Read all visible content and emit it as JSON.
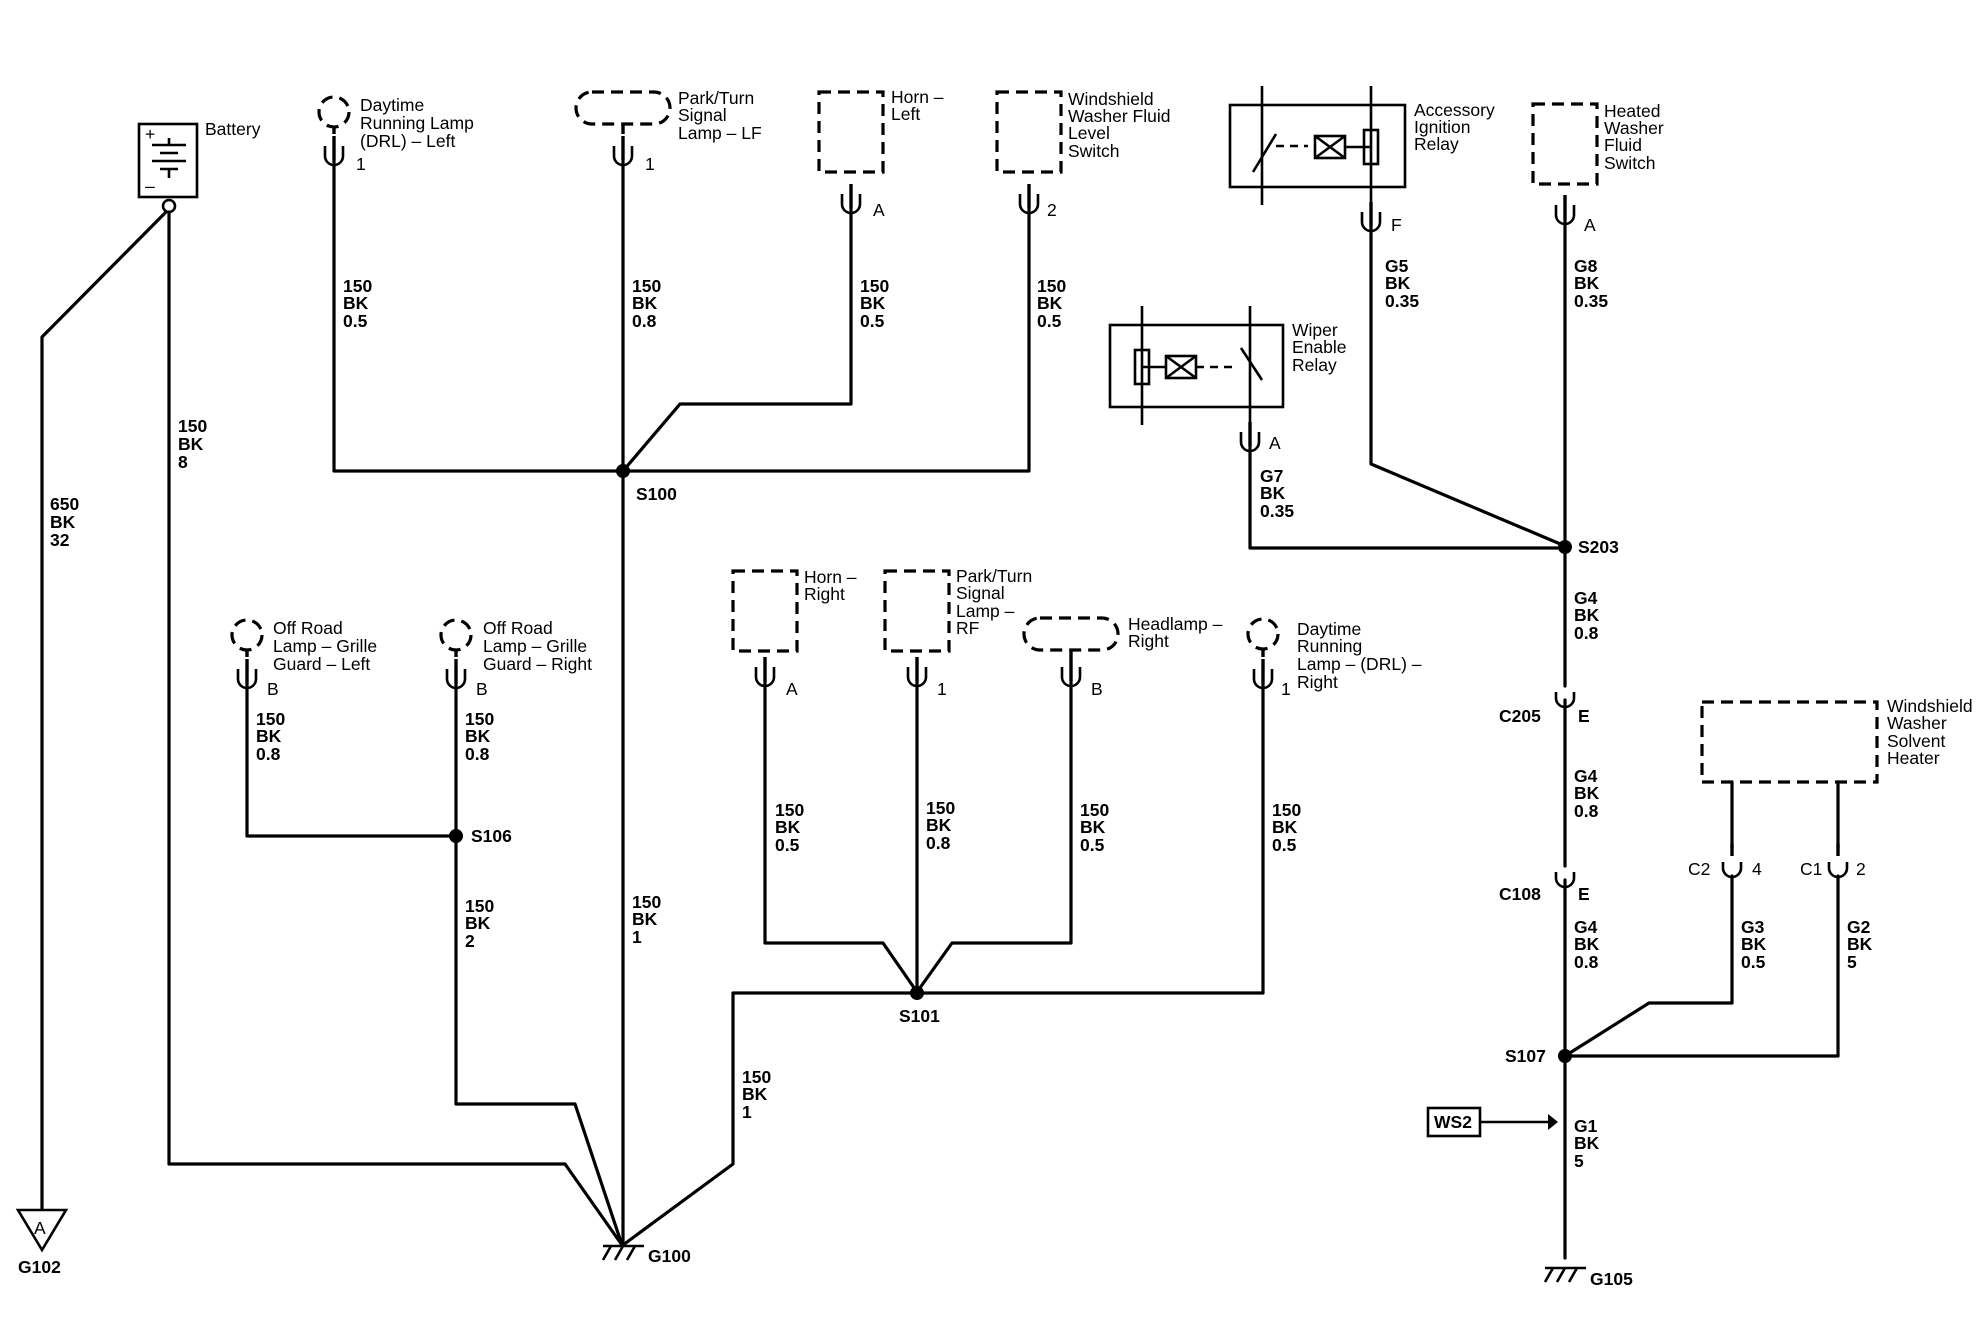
{
  "components": {
    "battery": "Battery",
    "drl_left": [
      "Daytime",
      "Running Lamp",
      "(DRL) – Left"
    ],
    "park_lf": [
      "Park/Turn",
      "Signal",
      "Lamp – LF"
    ],
    "horn_left": [
      "Horn –",
      "Left"
    ],
    "washer_level": [
      "Windshield",
      "Washer Fluid",
      "Level",
      "Switch"
    ],
    "acc_relay": [
      "Accessory",
      "Ignition",
      "Relay"
    ],
    "heated_switch": [
      "Heated",
      "Washer",
      "Fluid",
      "Switch"
    ],
    "wiper_relay": [
      "Wiper",
      "Enable",
      "Relay"
    ],
    "offroad_left": [
      "Off Road",
      "Lamp – Grille",
      "Guard – Left"
    ],
    "offroad_right": [
      "Off Road",
      "Lamp – Grille",
      "Guard – Right"
    ],
    "horn_right": [
      "Horn –",
      "Right"
    ],
    "park_rf": [
      "Park/Turn",
      "Signal",
      "Lamp –",
      "RF"
    ],
    "headlamp_right": [
      "Headlamp –",
      "Right"
    ],
    "drl_right": [
      "Daytime",
      "Running",
      "Lamp – (DRL) –",
      "Right"
    ],
    "solvent_heater": [
      "Windshield",
      "Washer",
      "Solvent",
      "Heater"
    ]
  },
  "pins": {
    "drl_left": "1",
    "park_lf": "1",
    "horn_left": "A",
    "washer_level": "2",
    "acc_relay": "F",
    "heated_switch": "A",
    "wiper_relay": "A",
    "offroad_left": "B",
    "offroad_right": "B",
    "horn_right": "A",
    "park_rf": "1",
    "headlamp_right": "B",
    "drl_right": "1",
    "c205": "E",
    "c108": "E",
    "heater_c2": "4",
    "heater_c1": "2"
  },
  "wires": {
    "battery_ground": [
      "650",
      "BK",
      "32"
    ],
    "battery_g100": [
      "150",
      "BK",
      "8"
    ],
    "drl_left": [
      "150",
      "BK",
      "0.5"
    ],
    "park_lf": [
      "150",
      "BK",
      "0.8"
    ],
    "horn_left": [
      "150",
      "BK",
      "0.5"
    ],
    "washer_level": [
      "150",
      "BK",
      "0.5"
    ],
    "acc_relay": [
      "G5",
      "BK",
      "0.35"
    ],
    "heated_switch": [
      "G8",
      "BK",
      "0.35"
    ],
    "wiper_relay": [
      "G7",
      "BK",
      "0.35"
    ],
    "offroad_left": [
      "150",
      "BK",
      "0.8"
    ],
    "offroad_right": [
      "150",
      "BK",
      "0.8"
    ],
    "s106_g100": [
      "150",
      "BK",
      "2"
    ],
    "s100_g100": [
      "150",
      "BK",
      "1"
    ],
    "horn_right": [
      "150",
      "BK",
      "0.5"
    ],
    "park_rf": [
      "150",
      "BK",
      "0.8"
    ],
    "headlamp_right": [
      "150",
      "BK",
      "0.5"
    ],
    "drl_right": [
      "150",
      "BK",
      "0.5"
    ],
    "s101_g100": [
      "150",
      "BK",
      "1"
    ],
    "s203_c205": [
      "G4",
      "BK",
      "0.8"
    ],
    "c205_c108": [
      "G4",
      "BK",
      "0.8"
    ],
    "c108_s107": [
      "G4",
      "BK",
      "0.8"
    ],
    "heater_c2": [
      "G3",
      "BK",
      "0.5"
    ],
    "heater_c1": [
      "G2",
      "BK",
      "5"
    ],
    "s107_g105": [
      "G1",
      "BK",
      "5"
    ]
  },
  "splices": {
    "s100": "S100",
    "s101": "S101",
    "s106": "S106",
    "s107": "S107",
    "s203": "S203"
  },
  "connectors": {
    "c205": "C205",
    "c108": "C108",
    "c2": "C2",
    "c1": "C1"
  },
  "grounds": {
    "g100": "G100",
    "g102": "G102",
    "g105": "G105"
  },
  "offpage": {
    "a": "A",
    "ws2": "WS2"
  },
  "battery_terminals": {
    "plus": "+",
    "minus": "–"
  }
}
